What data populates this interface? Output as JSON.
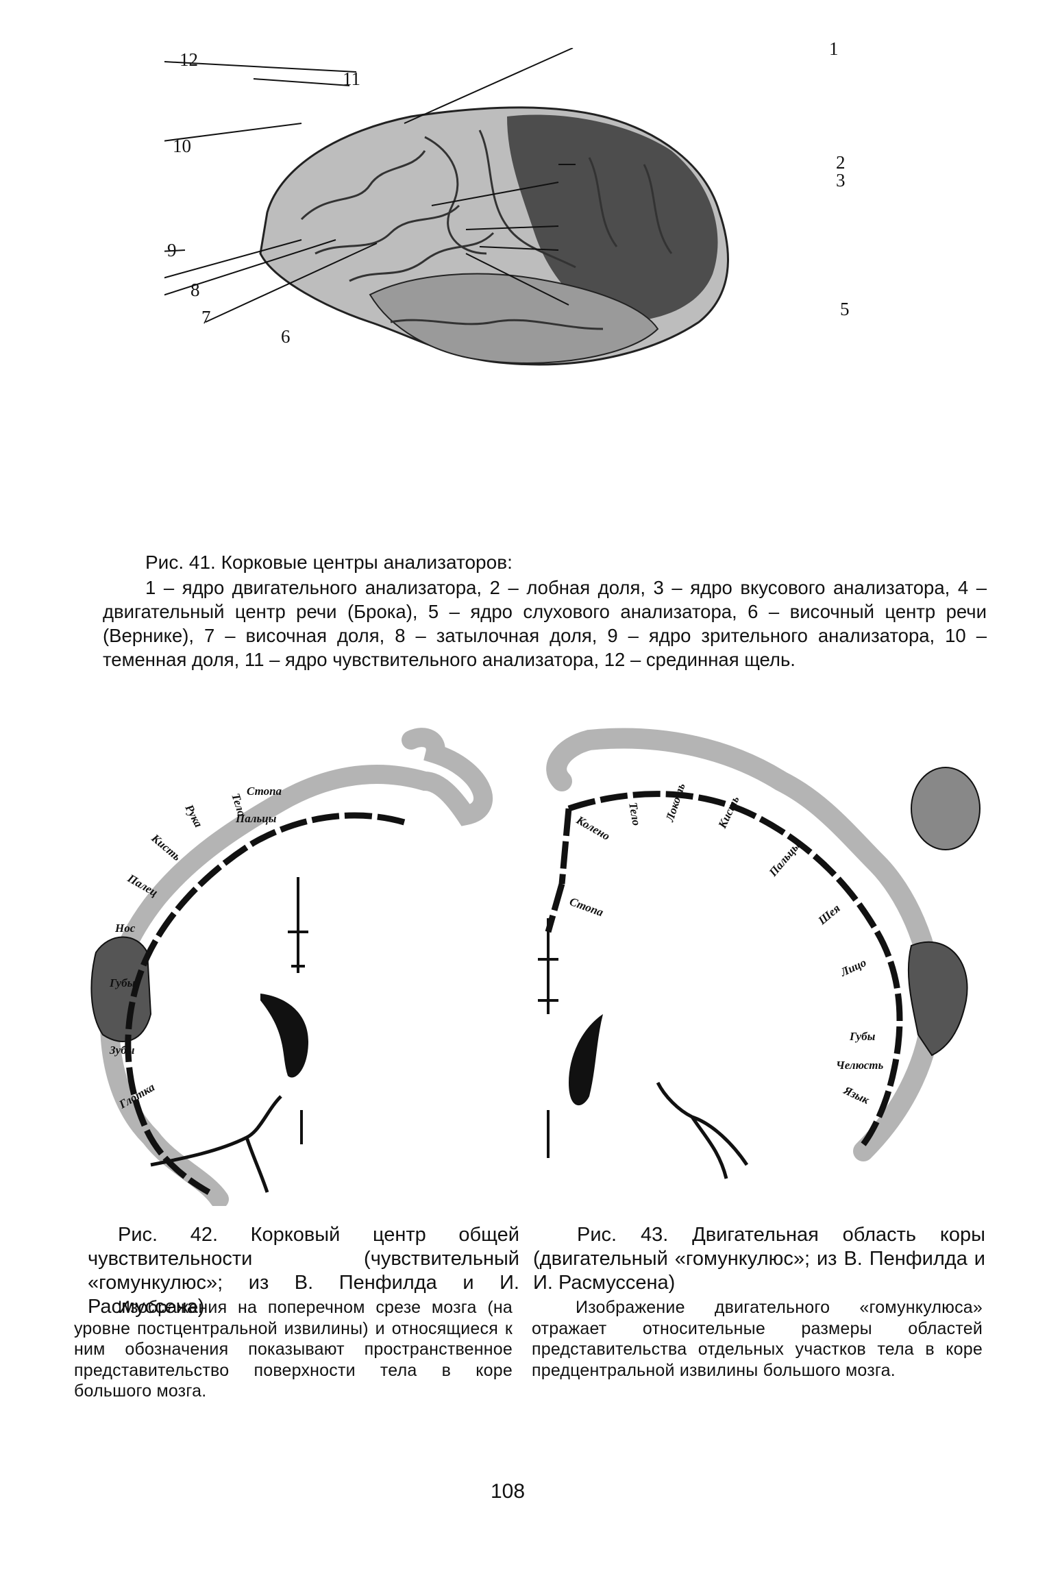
{
  "fig41": {
    "labels": [
      "1",
      "2",
      "3",
      "5",
      "6",
      "7",
      "8",
      "9",
      "10",
      "11",
      "12"
    ],
    "title": "Рис. 41. Корковые центры анализаторов:",
    "body": "1 – ядро двигательного анализатора, 2 – лобная доля, 3 – ядро вкусового анализатора, 4 – двигательный центр речи (Брока), 5 – ядро слухового анализатора, 6 – височный центр речи (Вернике), 7 – височная доля, 8 – затылочная доля, 9 – ядро зрительного анализатора, 10 – теменная доля, 11 – ядро чувствительного анализатора, 12 – срединная щель."
  },
  "fig42": {
    "cortex_labels": [
      "Тело",
      "Стопа",
      "Пальцы",
      "Рука",
      "Кисть",
      "Палец",
      "Нос",
      "Губы",
      "Зубы",
      "Глотка"
    ],
    "title": "Рис. 42. Корковый центр общей чувствительности (чувствительный «гомункулюс»; из В. Пенфилда и И. Расмуссена)",
    "body": "Изображения на поперечном срезе мозга (на уровне постцентральной извилины) и относящиеся к ним обозначения показывают пространственное представительство поверхности тела в коре большого мозга."
  },
  "fig43": {
    "cortex_labels": [
      "Колено",
      "Тело",
      "Локоть",
      "Кисть",
      "Пальцы",
      "Шея",
      "Лицо",
      "Губы",
      "Челюсть",
      "Язык",
      "Стопа"
    ],
    "title": "Рис. 43. Двигательная область коры (двигательный «гомункулюс»; из В. Пенфилда и И. Расмуссена)",
    "body": "Изображение двигательного «гомункулюса» отражает относительные размеры областей представительства отдельных участков тела в коре предцентральной извилины большого мозга."
  },
  "page_number": "108"
}
